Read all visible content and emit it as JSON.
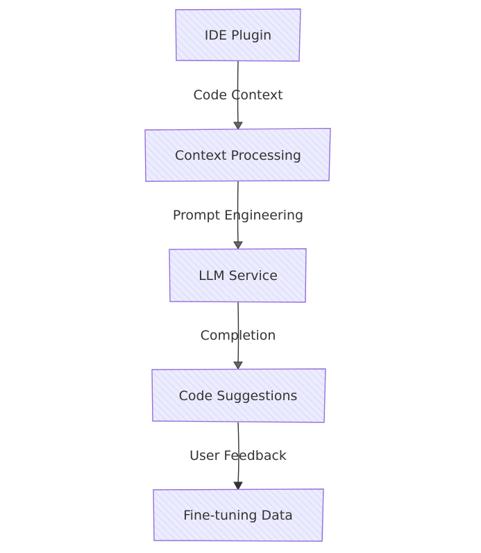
{
  "diagram": {
    "colors": {
      "node_fill": "#ECECFF",
      "node_stroke": "#9370DB",
      "edge_stroke": "#333333",
      "text": "#333333",
      "background": "#ffffff"
    },
    "nodes": [
      {
        "id": "ide-plugin",
        "label": "IDE Plugin"
      },
      {
        "id": "context-processing",
        "label": "Context Processing"
      },
      {
        "id": "llm-service",
        "label": "LLM Service"
      },
      {
        "id": "code-suggestions",
        "label": "Code Suggestions"
      },
      {
        "id": "fine-tuning-data",
        "label": "Fine-tuning Data"
      }
    ],
    "edges": [
      {
        "from": "ide-plugin",
        "to": "context-processing",
        "label": "Code Context"
      },
      {
        "from": "context-processing",
        "to": "llm-service",
        "label": "Prompt Engineering"
      },
      {
        "from": "llm-service",
        "to": "code-suggestions",
        "label": "Completion"
      },
      {
        "from": "code-suggestions",
        "to": "fine-tuning-data",
        "label": "User Feedback"
      }
    ]
  }
}
